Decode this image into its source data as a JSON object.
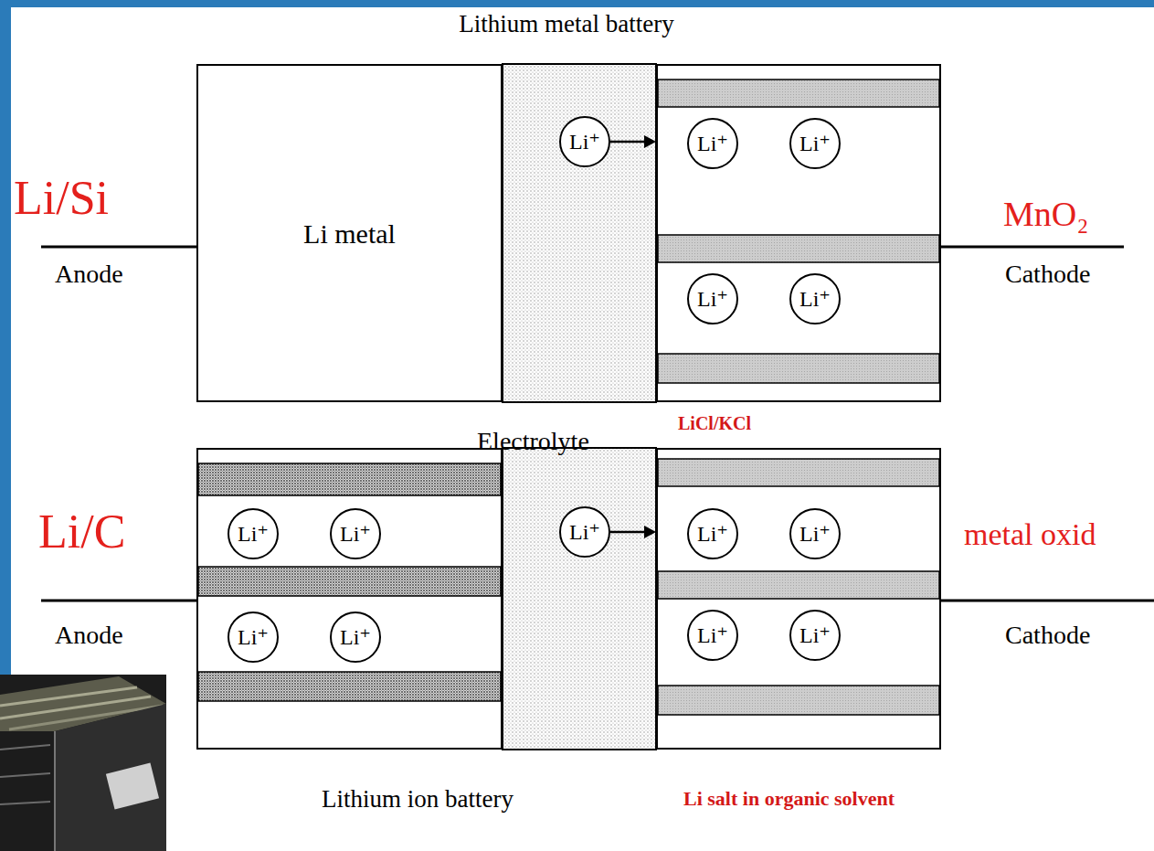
{
  "diagram": {
    "nodes": [
      {
        "text": [
          "Li metal"
        ]
      },
      {
        "text": [
          "Li⁺"
        ]
      },
      {
        "text": []
      },
      {
        "text": [
          "Li⁺"
        ],
        "in": 2
      },
      {
        "text": [
          "Li⁺"
        ],
        "in": 2
      },
      {
        "text": [
          "Li⁺"
        ],
        "in": 2
      },
      {
        "text": [
          "Li⁺"
        ],
        "in": 2
      },
      {
        "text": []
      },
      {
        "text": [
          "Li⁺"
        ],
        "in": 7
      },
      {
        "text": [
          "Li⁺"
        ],
        "in": 7
      },
      {
        "text": [
          "Li⁺"
        ],
        "in": 7
      },
      {
        "text": [
          "Li⁺"
        ],
        "in": 7
      },
      {
        "text": [
          "Li⁺"
        ]
      },
      {
        "text": []
      },
      {
        "text": [
          "Li⁺"
        ],
        "in": 13
      },
      {
        "text": [
          "Li⁺"
        ],
        "in": 13
      },
      {
        "text": [
          "Li⁺"
        ],
        "in": 13
      },
      {
        "text": [
          "Li⁺"
        ],
        "in": 13
      }
    ],
    "edges": [
      {
        "from": 1,
        "to": 2,
        "arrow": "to"
      },
      {
        "from": 12,
        "to": 13,
        "arrow": "to"
      }
    ],
    "labels": [
      "Lithium metal battery",
      "Li/Si",
      "Anode",
      "MnO₂",
      "Cathode",
      "Electrolyte",
      "LiCl/KCl",
      "Li/C",
      "Anode",
      "metal oxid",
      "Cathode",
      "Lithium ion battery",
      "Li salt in organic solvent"
    ]
  }
}
